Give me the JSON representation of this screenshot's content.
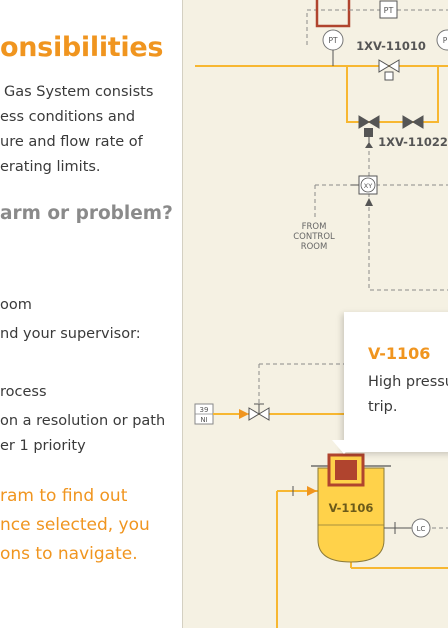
{
  "left_panel": {
    "heading": "onsibilities",
    "paragraph": [
      "Gas System consists",
      "ess conditions and",
      "ure and flow rate of",
      "erating limits."
    ],
    "subheading": "arm or problem?",
    "lines": [
      "oom",
      "nd your supervisor:",
      "rocess",
      "on a resolution or path",
      "er 1 priority"
    ],
    "orange_text": [
      "ram to find out",
      "nce selected, you",
      "ons to navigate."
    ]
  },
  "diagram": {
    "labels": {
      "pt_top": "PT",
      "pt_left": "PT",
      "pt_right": "P",
      "valve_1xv_11010": "1XV-11010",
      "valve_1xv_11022": "1XV-11022",
      "xy": "XY",
      "from_control_room": [
        "FROM",
        "CONTROL",
        "ROOM"
      ],
      "ref_box": [
        "39",
        "NI"
      ],
      "vessel": "V-1106",
      "lc": "LC"
    },
    "colors": {
      "pipe": "#f7b731",
      "vessel_fill": "#ffd24a",
      "background": "#f5f1e3",
      "ink": "#555555",
      "alarm_red": "#b0442e"
    }
  },
  "callout": {
    "title": "V-1106",
    "body": [
      "High pressu",
      "trip."
    ]
  }
}
